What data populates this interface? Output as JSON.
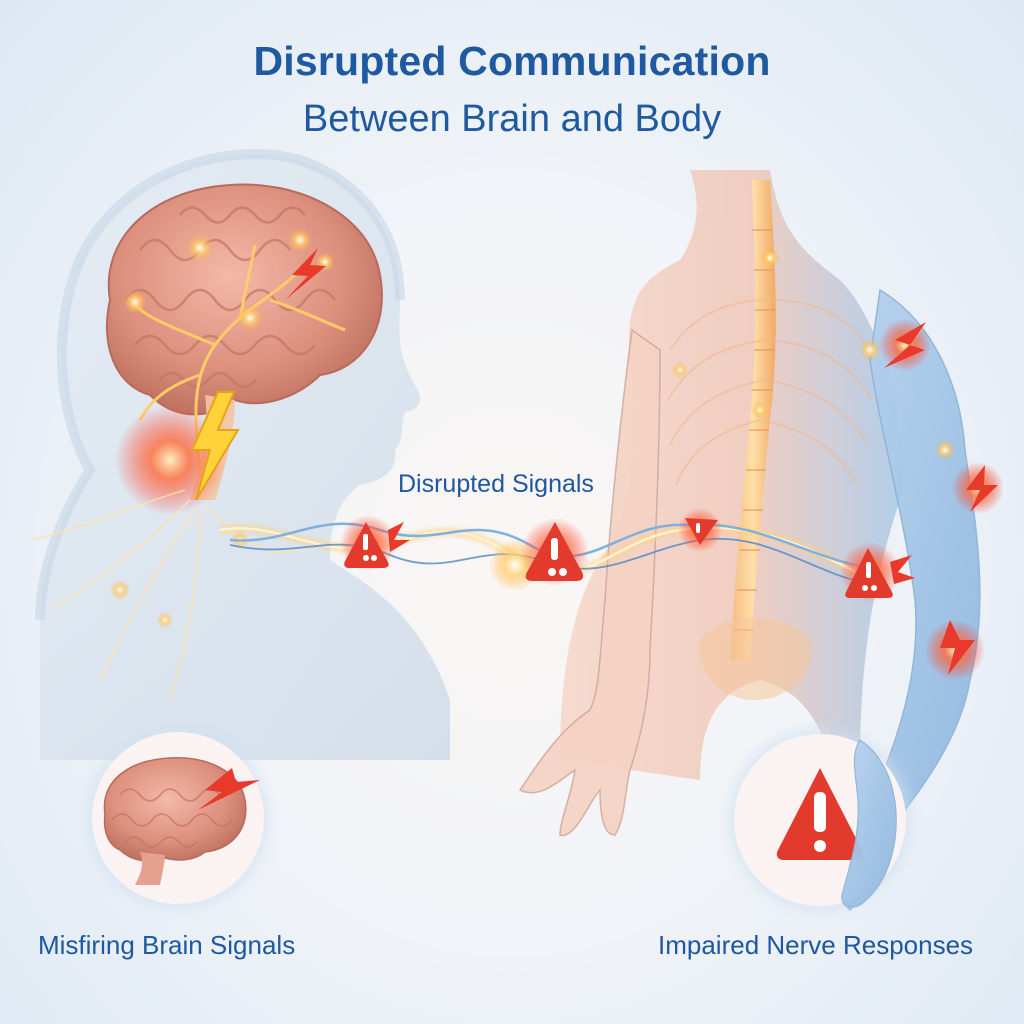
{
  "header": {
    "title": "Disrupted Communication",
    "subtitle": "Between Brain and Body"
  },
  "labels": {
    "center": "Disrupted Signals",
    "left_badge": "Misfiring Brain Signals",
    "right_badge": "Impaired Nerve Responses"
  },
  "illustration": {
    "left_figure": "head-profile-with-brain",
    "right_figure": "torso-with-spine-and-arm-nerves",
    "connection": "wavy-nerve-signal-line",
    "warning_markers": 4,
    "lightning_markers": 5
  },
  "badges": [
    {
      "icon": "brain-with-lightning-icon",
      "label_ref": "left_badge"
    },
    {
      "icon": "warning-triangle-icon",
      "label_ref": "right_badge"
    }
  ],
  "colors": {
    "title_blue": "#1f5aa0",
    "alert_red": "#e23b2e",
    "brain_pink": "#e7a08f",
    "signal_gold": "#ffc24a",
    "nerve_blue": "#7fb0e0",
    "background": "#eef3f8"
  }
}
